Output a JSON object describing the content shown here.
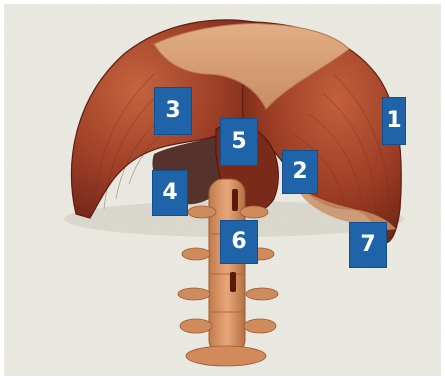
{
  "diagram": {
    "labels": [
      {
        "id": "label-1",
        "text": "1"
      },
      {
        "id": "label-2",
        "text": "2"
      },
      {
        "id": "label-3",
        "text": "3"
      },
      {
        "id": "label-4",
        "text": "4"
      },
      {
        "id": "label-5",
        "text": "5"
      },
      {
        "id": "label-6",
        "text": "6"
      },
      {
        "id": "label-7",
        "text": "7"
      }
    ]
  },
  "colors": {
    "label_fill": "#1f63a8",
    "muscle": "#a8452c",
    "tendon": "#d9a37a",
    "bone": "#d88a58",
    "background": "#ecebe3"
  }
}
